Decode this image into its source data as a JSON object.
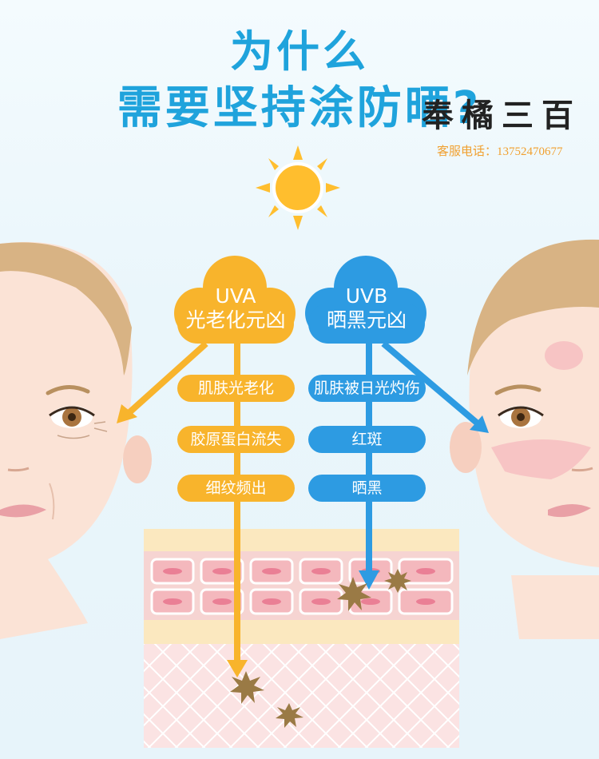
{
  "title": {
    "line1": "为什么",
    "line2": "需要坚持涂防晒?"
  },
  "watermark": {
    "brand": "奉橘三百",
    "phone": "客服电话：13752470677"
  },
  "uva": {
    "name": "UVA",
    "subtitle": "光老化元凶",
    "effects": [
      "肌肤光老化",
      "胶原蛋白流失",
      "细纹频出"
    ],
    "color": "#f8b42c"
  },
  "uvb": {
    "name": "UVB",
    "subtitle": "晒黑元凶",
    "effects": [
      "肌肤被日光灼伤",
      "红斑",
      "晒黑"
    ],
    "color": "#2d9be2"
  },
  "colors": {
    "title": "#1fa3dc",
    "sun": "#ffbe2e",
    "skin": "#fbe3d6",
    "hair": "#d8b384"
  },
  "icons": [
    "sun-icon",
    "damage-star-icon"
  ]
}
